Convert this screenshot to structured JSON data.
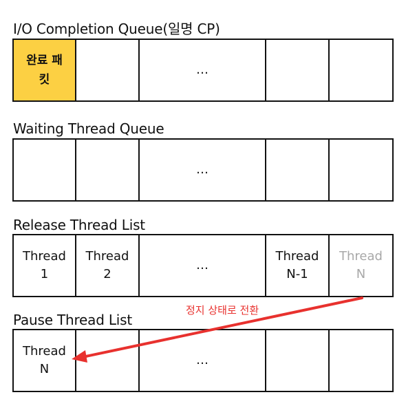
{
  "queues": [
    {
      "title": "I/O Completion Queue(일명 CP)",
      "cells": [
        {
          "line1": "완료 패",
          "line2": "킷"
        },
        {
          "line1": "",
          "line2": ""
        },
        {
          "line1": "…",
          "line2": ""
        },
        {
          "line1": "",
          "line2": ""
        },
        {
          "line1": "",
          "line2": ""
        }
      ]
    },
    {
      "title": "Waiting Thread Queue",
      "cells": [
        {
          "line1": "",
          "line2": ""
        },
        {
          "line1": "",
          "line2": ""
        },
        {
          "line1": "…",
          "line2": ""
        },
        {
          "line1": "",
          "line2": ""
        },
        {
          "line1": "",
          "line2": ""
        }
      ]
    },
    {
      "title": "Release Thread List",
      "cells": [
        {
          "line1": "Thread",
          "line2": "1"
        },
        {
          "line1": "Thread",
          "line2": "2"
        },
        {
          "line1": "…",
          "line2": ""
        },
        {
          "line1": "Thread",
          "line2": "N-1"
        },
        {
          "line1": "Thread",
          "line2": "N"
        }
      ]
    },
    {
      "title": "Pause Thread List",
      "cells": [
        {
          "line1": "Thread",
          "line2": "N"
        },
        {
          "line1": "",
          "line2": ""
        },
        {
          "line1": "…",
          "line2": ""
        },
        {
          "line1": "",
          "line2": ""
        },
        {
          "line1": "",
          "line2": ""
        }
      ]
    }
  ],
  "transition_label": "정지 상태로 전환",
  "colors": {
    "highlight": "#fcd043",
    "arrow": "#e8312e",
    "dimmed_text": "#a8a8a8"
  }
}
